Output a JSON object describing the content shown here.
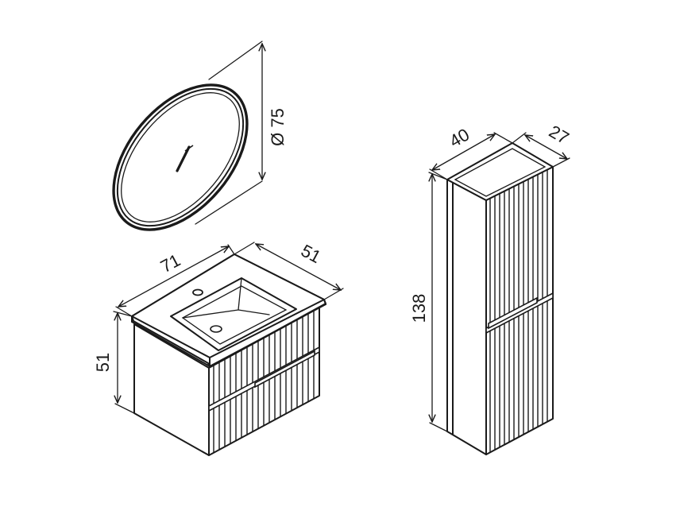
{
  "mirror": {
    "diameter_label": "Ø 75"
  },
  "vanity": {
    "width_label": "71",
    "depth_label": "51",
    "height_label": "51"
  },
  "tall_cabinet": {
    "width_label": "40",
    "depth_label": "27",
    "height_label": "138"
  },
  "colors": {
    "line": "#1a1a1a",
    "background": "#ffffff"
  }
}
